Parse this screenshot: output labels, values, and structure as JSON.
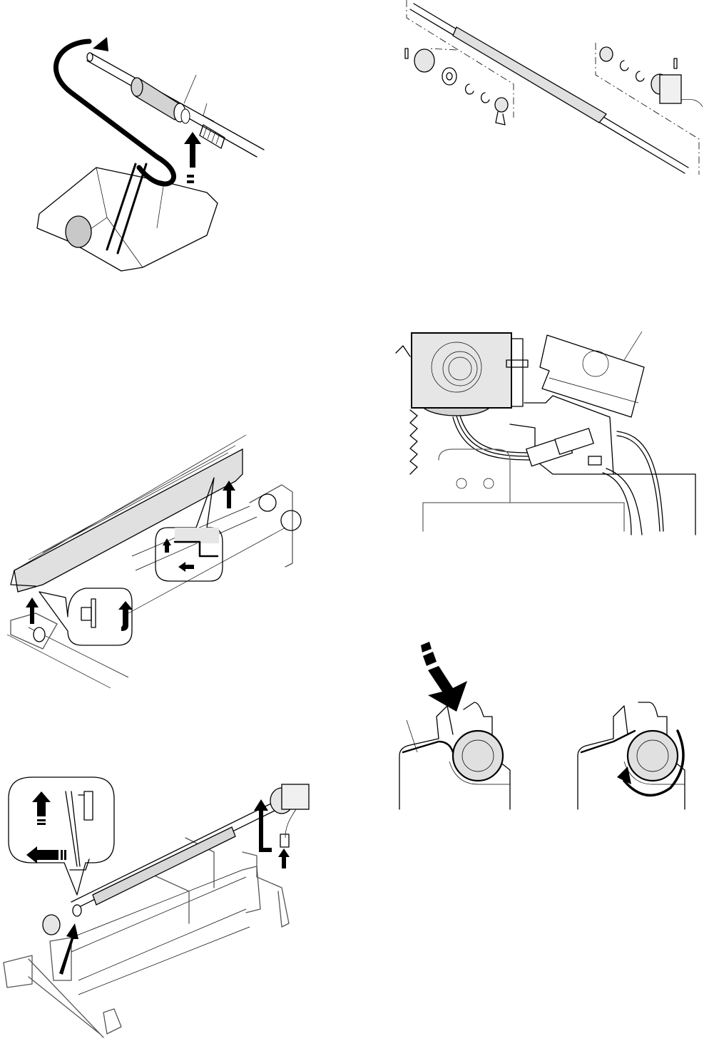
{
  "page": {
    "background_color": "#ffffff",
    "line_color": "#000000",
    "part_fill_color": "#d3d3d3",
    "light_fill_color": "#e6e6e6"
  },
  "figures": [
    {
      "id": "pickup",
      "icons": [
        "belt-loop-icon",
        "lift-arrow-icon",
        "roller-icon",
        "holder-icon"
      ]
    },
    {
      "id": "shaft-exploded",
      "icons": [
        "shaft-icon",
        "pulley-icon",
        "washer-icon",
        "e-ring-icon",
        "bushing-icon",
        "clutch-icon"
      ]
    },
    {
      "id": "motor-connector",
      "icons": [
        "motor-icon",
        "connector-icon",
        "harness-icon",
        "sensor-block-icon"
      ]
    },
    {
      "id": "guide-removal",
      "icons": [
        "guide-icon",
        "up-arrow-icon",
        "callout-bubble-icon"
      ]
    },
    {
      "id": "roller-install",
      "icons": [
        "push-arrow-icon",
        "roller-icon",
        "rotate-arrow-icon"
      ]
    },
    {
      "id": "shaft-removal",
      "icons": [
        "shaft-icon",
        "up-arrow-icon",
        "left-arrow-icon",
        "callout-bubble-icon"
      ]
    }
  ]
}
